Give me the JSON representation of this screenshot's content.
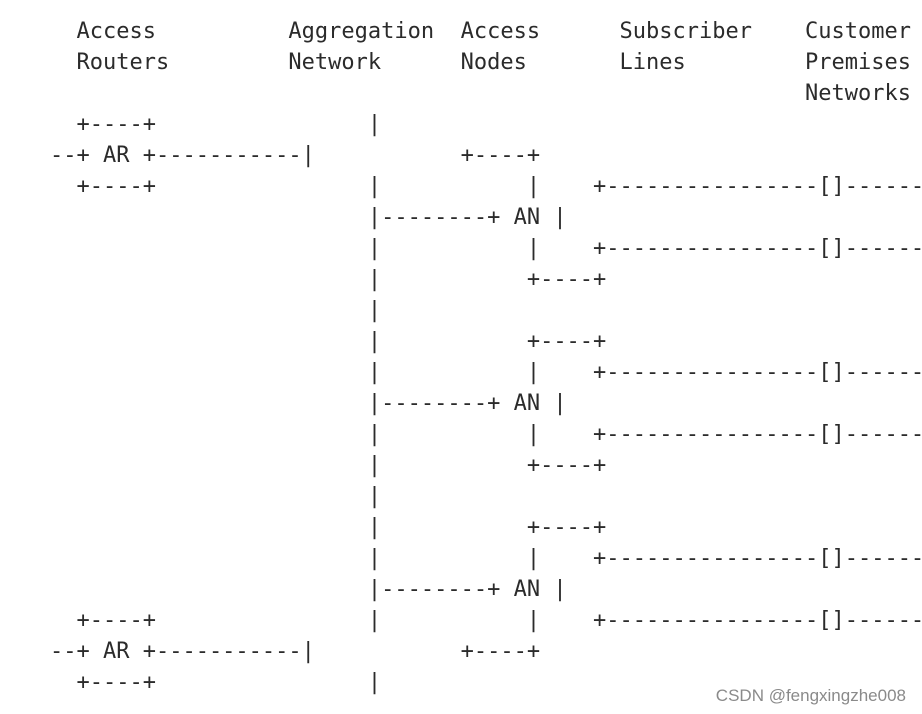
{
  "diagram": {
    "rows": [
      "  Access          Aggregation  Access      Subscriber    Customer",
      "  Routers         Network      Nodes       Lines         Premises",
      "                                                         Networks",
      "  +----+                |",
      "--+ AR +-----------|           +----+",
      "  +----+                |           |    +----------------[]--------",
      "                        |--------+ AN |",
      "                        |           |    +----------------[]--------",
      "                        |           +----+",
      "                        |",
      "                        |           +----+",
      "                        |           |    +----------------[]--------",
      "                        |--------+ AN |",
      "                        |           |    +----------------[]--------",
      "                        |           +----+",
      "                        |",
      "                        |           +----+",
      "                        |           |    +----------------[]--------",
      "                        |--------+ AN |",
      "  +----+                |           |    +----------------[]--------",
      "--+ AR +-----------|           +----+",
      "  +----+                |"
    ]
  },
  "watermark": "CSDN @fengxingzhe008"
}
